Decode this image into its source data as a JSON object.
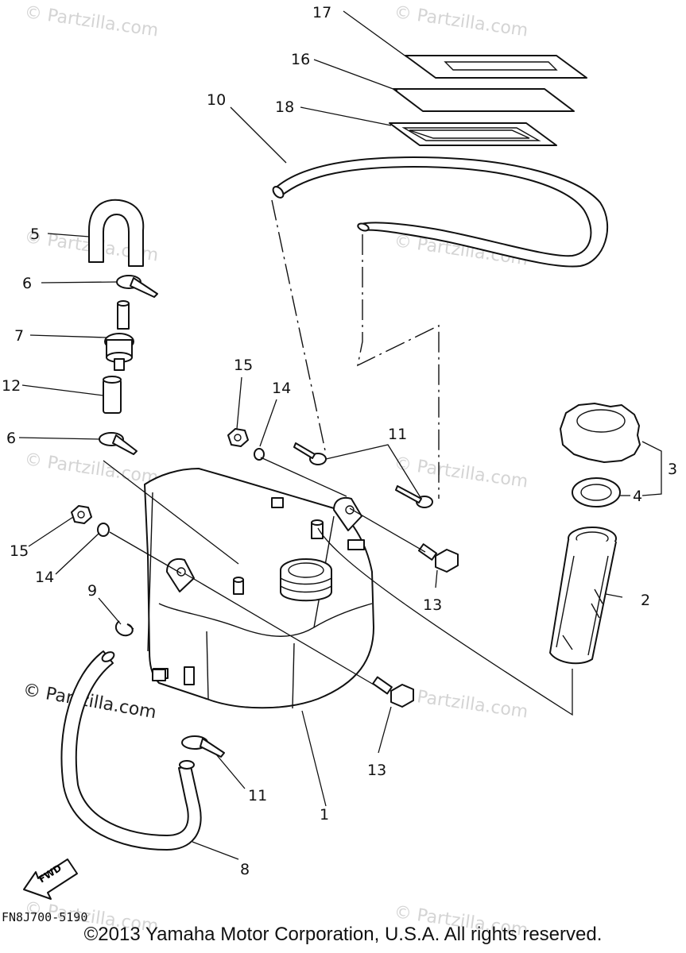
{
  "watermark": "© Partzilla.com",
  "diagram_code": "FN8J700-5190",
  "copyright": "©2013 Yamaha Motor Corporation, U.S.A. All rights reserved.",
  "fwd_label": "FWD",
  "callouts": {
    "c1": "1",
    "c2": "2",
    "c3": "3",
    "c4": "4",
    "c5": "5",
    "c6a": "6",
    "c6b": "6",
    "c7": "7",
    "c8": "8",
    "c9": "9",
    "c10": "10",
    "c11a": "11",
    "c11b": "11",
    "c12": "12",
    "c13a": "13",
    "c13b": "13",
    "c14a": "14",
    "c14b": "14",
    "c15a": "15",
    "c15b": "15",
    "c16": "16",
    "c17": "17",
    "c18": "18"
  }
}
